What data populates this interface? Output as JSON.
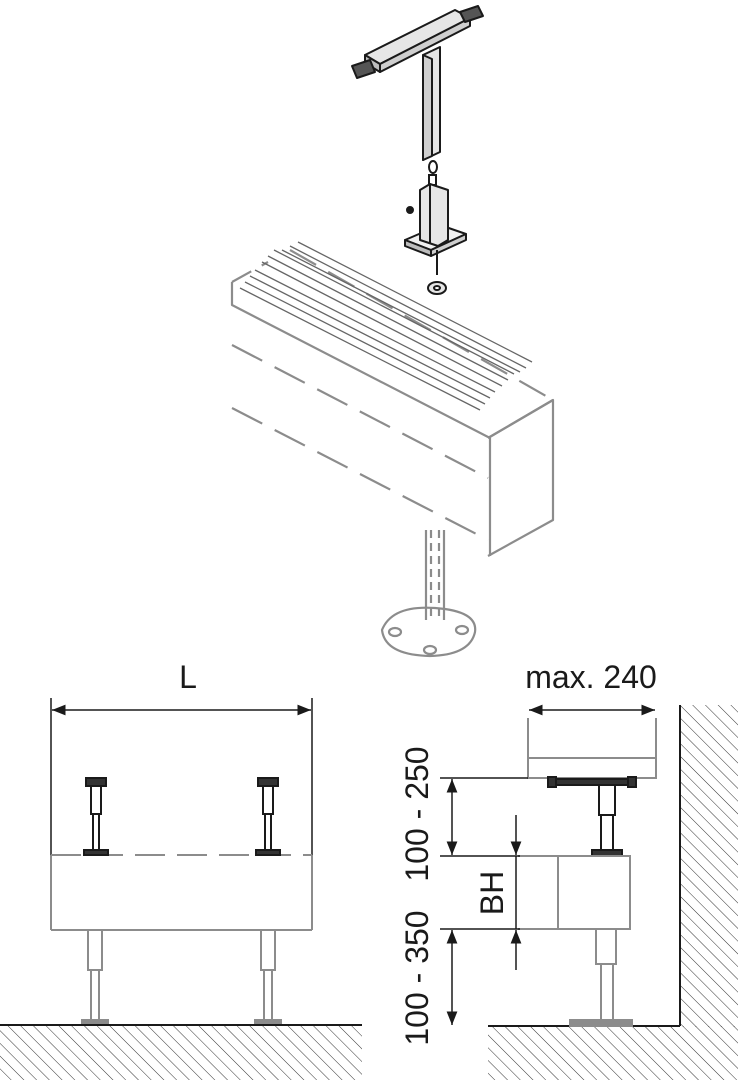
{
  "dimensions": {
    "length_label": "L",
    "max_depth_label": "max. 240",
    "top_clearance_label": "100 - 250",
    "bottom_clearance_label": "100 - 350",
    "body_height_label": "BH"
  },
  "colors": {
    "line": "#1a1a1a",
    "outline": "#8c8c8c",
    "hatch": "#333333",
    "part_fill": "#e6e6e6"
  }
}
